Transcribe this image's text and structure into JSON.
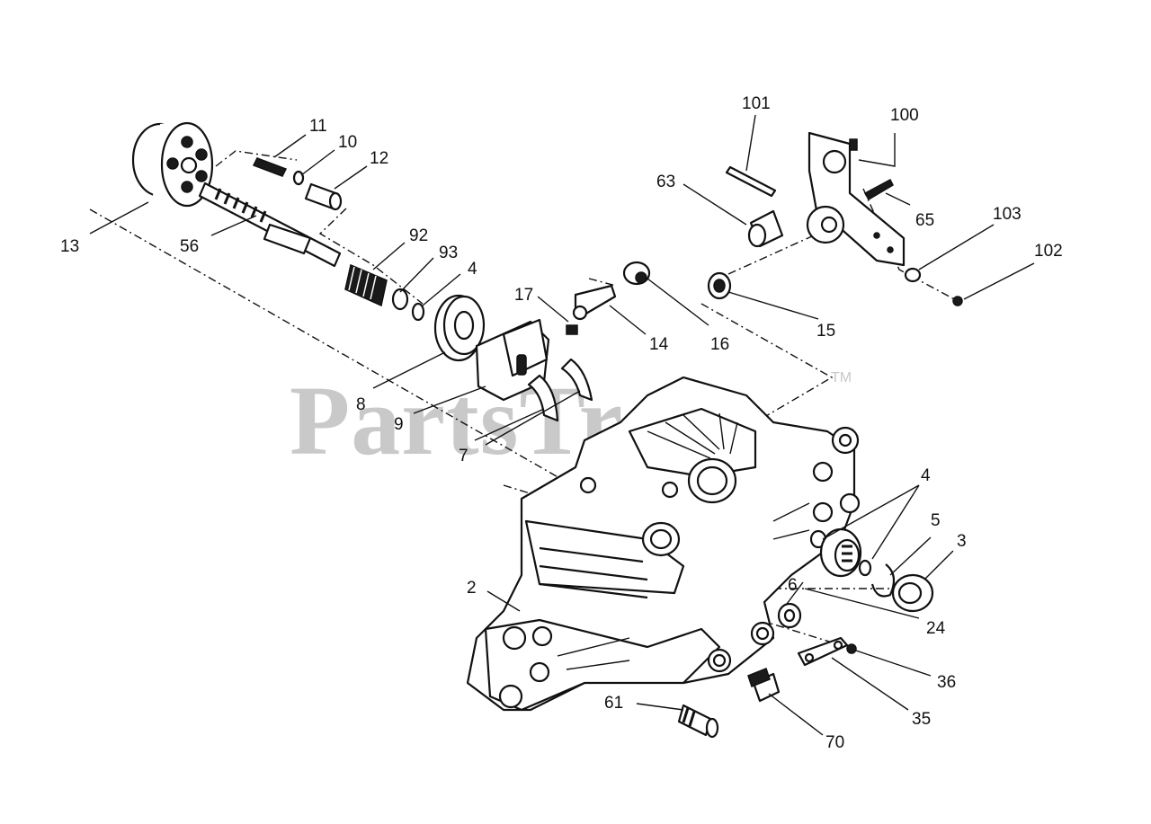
{
  "watermark": {
    "text": "PartsTree",
    "trademark": "TM"
  },
  "callouts": [
    "11",
    "10",
    "12",
    "13",
    "56",
    "92",
    "93",
    "4",
    "17",
    "14",
    "16",
    "101",
    "100",
    "63",
    "65",
    "103",
    "102",
    "15",
    "8",
    "9",
    "7",
    "4",
    "5",
    "3",
    "6",
    "24",
    "2",
    "36",
    "35",
    "61",
    "70"
  ]
}
